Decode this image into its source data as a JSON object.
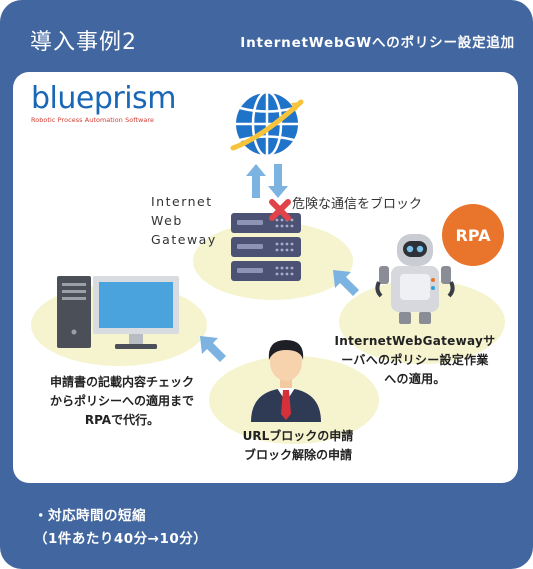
{
  "header": {
    "title": "導入事例2",
    "subtitle": "InternetWebGWへのポリシー設定追加"
  },
  "logo": {
    "name": "blueprism",
    "tagline": "Robotic Process Automation Software"
  },
  "diagram": {
    "gateway_label_lines": [
      "Internet",
      "Web",
      "Gateway"
    ],
    "danger_label": "危険な通信をブロック",
    "rpa_badge": "RPA",
    "robot_caption_lines": [
      "InternetWebGatewayサ",
      "ーバへのポリシー設定作業",
      "への適用。"
    ],
    "pc_caption_lines": [
      "申請書の記載内容チェック",
      "からポリシーへの適用まで",
      "RPAで代行。"
    ],
    "user_caption_lines": [
      "URLブロックの申請",
      "ブロック解除の申請"
    ]
  },
  "footer": {
    "lines": [
      "・対応時間の短縮",
      "（1件あたり40分→10分）"
    ]
  },
  "colors": {
    "card_background": "#42669f",
    "panel_background": "#ffffff",
    "ellipse_fill": "#f5f4cf",
    "arrow_blue": "#7cb3e0",
    "rpa_orange": "#e9742c",
    "server_dark": "#4b5273",
    "block_red": "#e0444a",
    "logo_blue": "#1a67b6",
    "logo_red": "#d43b31"
  }
}
